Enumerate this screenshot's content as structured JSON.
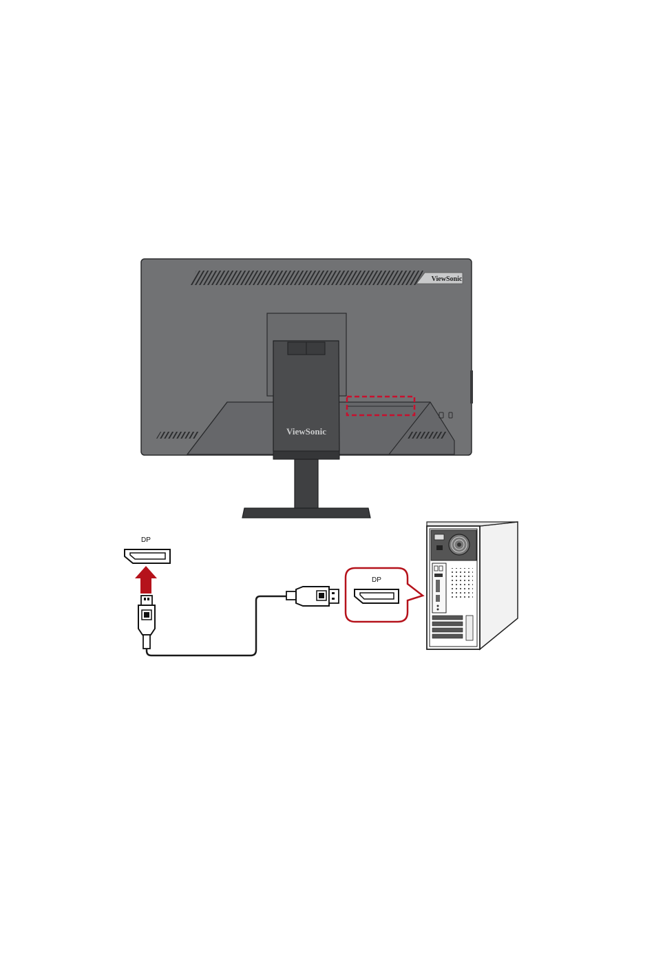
{
  "monitor": {
    "brand_top": "ViewSonic",
    "brand_stand": "ViewSonic"
  },
  "monitor_port": {
    "label": "DP"
  },
  "pc_port": {
    "label": "DP"
  },
  "colors": {
    "monitor_body": "#717274",
    "monitor_dark": "#4d4e50",
    "stand": "#3f4042",
    "highlight": "#c8102e",
    "arrow": "#b5121b",
    "line": "#1a1a1a"
  },
  "icons": [
    "dp-connector-icon",
    "up-arrow-icon",
    "computer-tower-icon"
  ]
}
